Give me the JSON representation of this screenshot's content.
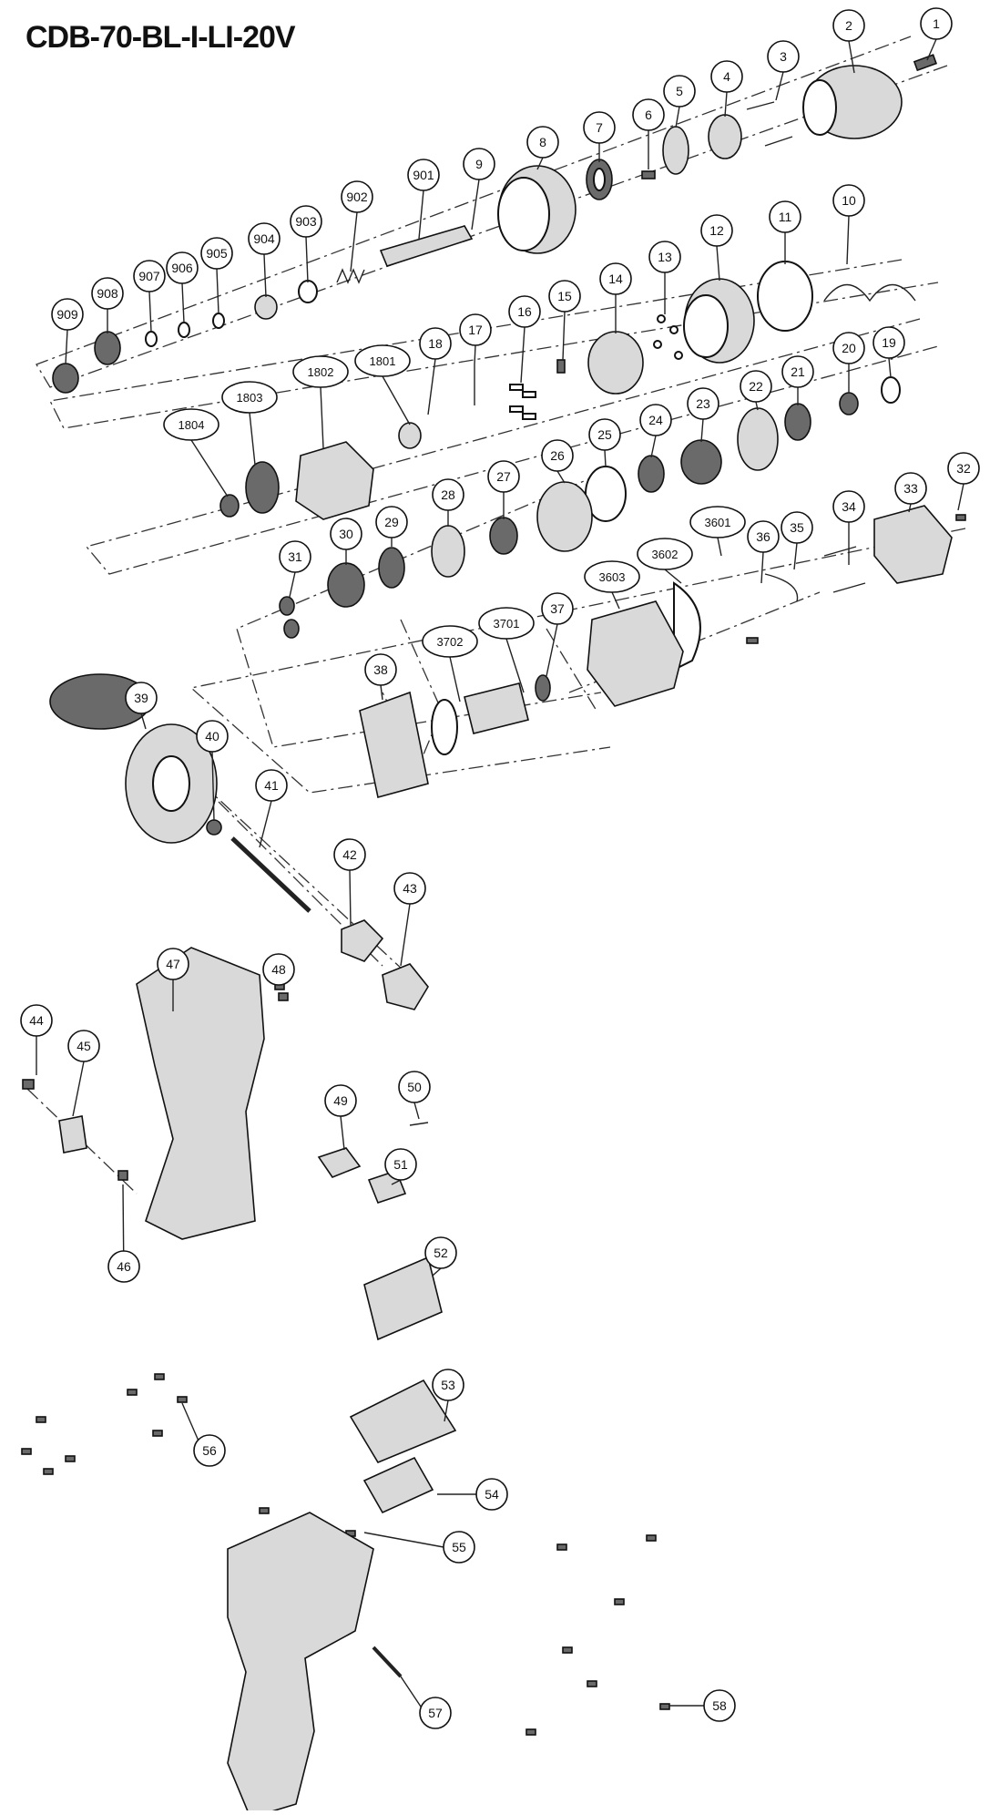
{
  "title": "CDB-70-BL-I-LI-20V",
  "parts": [
    "1",
    "2",
    "3",
    "4",
    "5",
    "6",
    "7",
    "8",
    "9",
    "901",
    "902",
    "903",
    "904",
    "905",
    "906",
    "907",
    "908",
    "909",
    "10",
    "11",
    "12",
    "13",
    "14",
    "15",
    "16",
    "17",
    "18",
    "1801",
    "1802",
    "1803",
    "1804",
    "19",
    "20",
    "21",
    "22",
    "23",
    "24",
    "25",
    "26",
    "27",
    "28",
    "29",
    "30",
    "31",
    "32",
    "33",
    "34",
    "35",
    "36",
    "3601",
    "3602",
    "3603",
    "37",
    "3701",
    "3702",
    "38",
    "39",
    "40",
    "41",
    "42",
    "43",
    "44",
    "45",
    "46",
    "47",
    "48",
    "49",
    "50",
    "51",
    "52",
    "53",
    "54",
    "55",
    "56",
    "57",
    "58"
  ]
}
